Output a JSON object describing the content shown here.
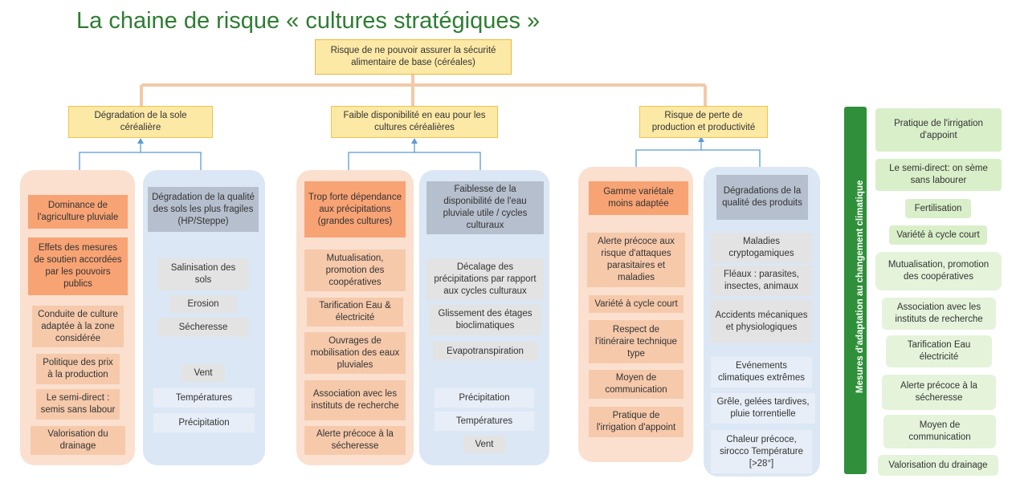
{
  "title": "La chaine de risque « cultures stratégiques »",
  "root": "Risque de ne pouvoir assurer la sécurité alimentaire de base (céréales)",
  "risks": [
    "Dégradation de la sole céréalière",
    "Faible disponibilité en eau pour les cultures céréalières",
    "Risque de perte de production et productivité"
  ],
  "col1": {
    "left": [
      "Dominance de l'agriculture pluviale",
      "Effets des mesures de soutien accordées par les pouvoirs publics",
      "Conduite de culture adaptée à la zone considérée",
      "Politique des prix à la production",
      "Le semi-direct : semis sans labour",
      "Valorisation du drainage"
    ],
    "right": [
      "Dégradation de la qualité des sols les plus fragiles (HP/Steppe)",
      "Salinisation des sols",
      "Erosion",
      "Sécheresse",
      "Vent",
      "Températures",
      "Précipitation"
    ]
  },
  "col2": {
    "left": [
      "Trop forte dépendance aux précipitations (grandes cultures)",
      "Mutualisation, promotion des coopératives",
      "Tarification Eau & électricité",
      "Ouvrages de mobilisation des eaux pluviales",
      "Association avec les instituts de recherche",
      "Alerte précoce à la sécheresse"
    ],
    "right": [
      "Faiblesse de la disponibilité de l'eau pluviale utile / cycles culturaux",
      "Décalage des précipitations par rapport aux cycles culturaux",
      "Glissement des étages bioclimatiques",
      "Evapotranspiration",
      "Précipitation",
      "Températures",
      "Vent"
    ]
  },
  "col3": {
    "left": [
      "Gamme variétale moins adaptée",
      "Alerte précoce aux risque d'attaques parasitaires et maladies",
      "Variété à cycle court",
      "Respect de l'itinéraire technique type",
      "Moyen de communication",
      "Pratique de l'irrigation d'appoint"
    ],
    "right": [
      "Dégradations de la qualité des produits",
      "Maladies cryptogamiques",
      "Fléaux : parasites, insectes, animaux",
      "Accidents mécaniques et physiologiques",
      "Evénements climatiques extrêmes",
      "Grêle, gelées tardives, pluie torrentielle",
      "Chaleur précoce, sirocco Température [>28°]"
    ]
  },
  "adaptation": {
    "label": "Mesures d'adaptation au changement climatique",
    "measures": [
      "Pratique de l'irrigation d'appoint",
      "Le semi-direct: on sème sans labourer",
      "Fertilisation",
      "Variété à cycle court",
      "Mutualisation, promotion des coopératives",
      "Association avec les instituts de recherche",
      "Tarification Eau électricité",
      "Alerte précoce à la sécheresse",
      "Moyen de communication",
      "Valorisation du drainage"
    ]
  },
  "colors": {
    "title": "#2e7d32",
    "connector": "#f2c9a7",
    "arrow": "#5b9bd5",
    "risk_fill": "#fde9a6",
    "driver_fill": "#f8a374",
    "measure_fill": "#f6c9ab",
    "impact_fill": "#b6bfcd",
    "adaptation_fill": "#d9efc9",
    "adaptation_bar": "#2f8f3a"
  }
}
